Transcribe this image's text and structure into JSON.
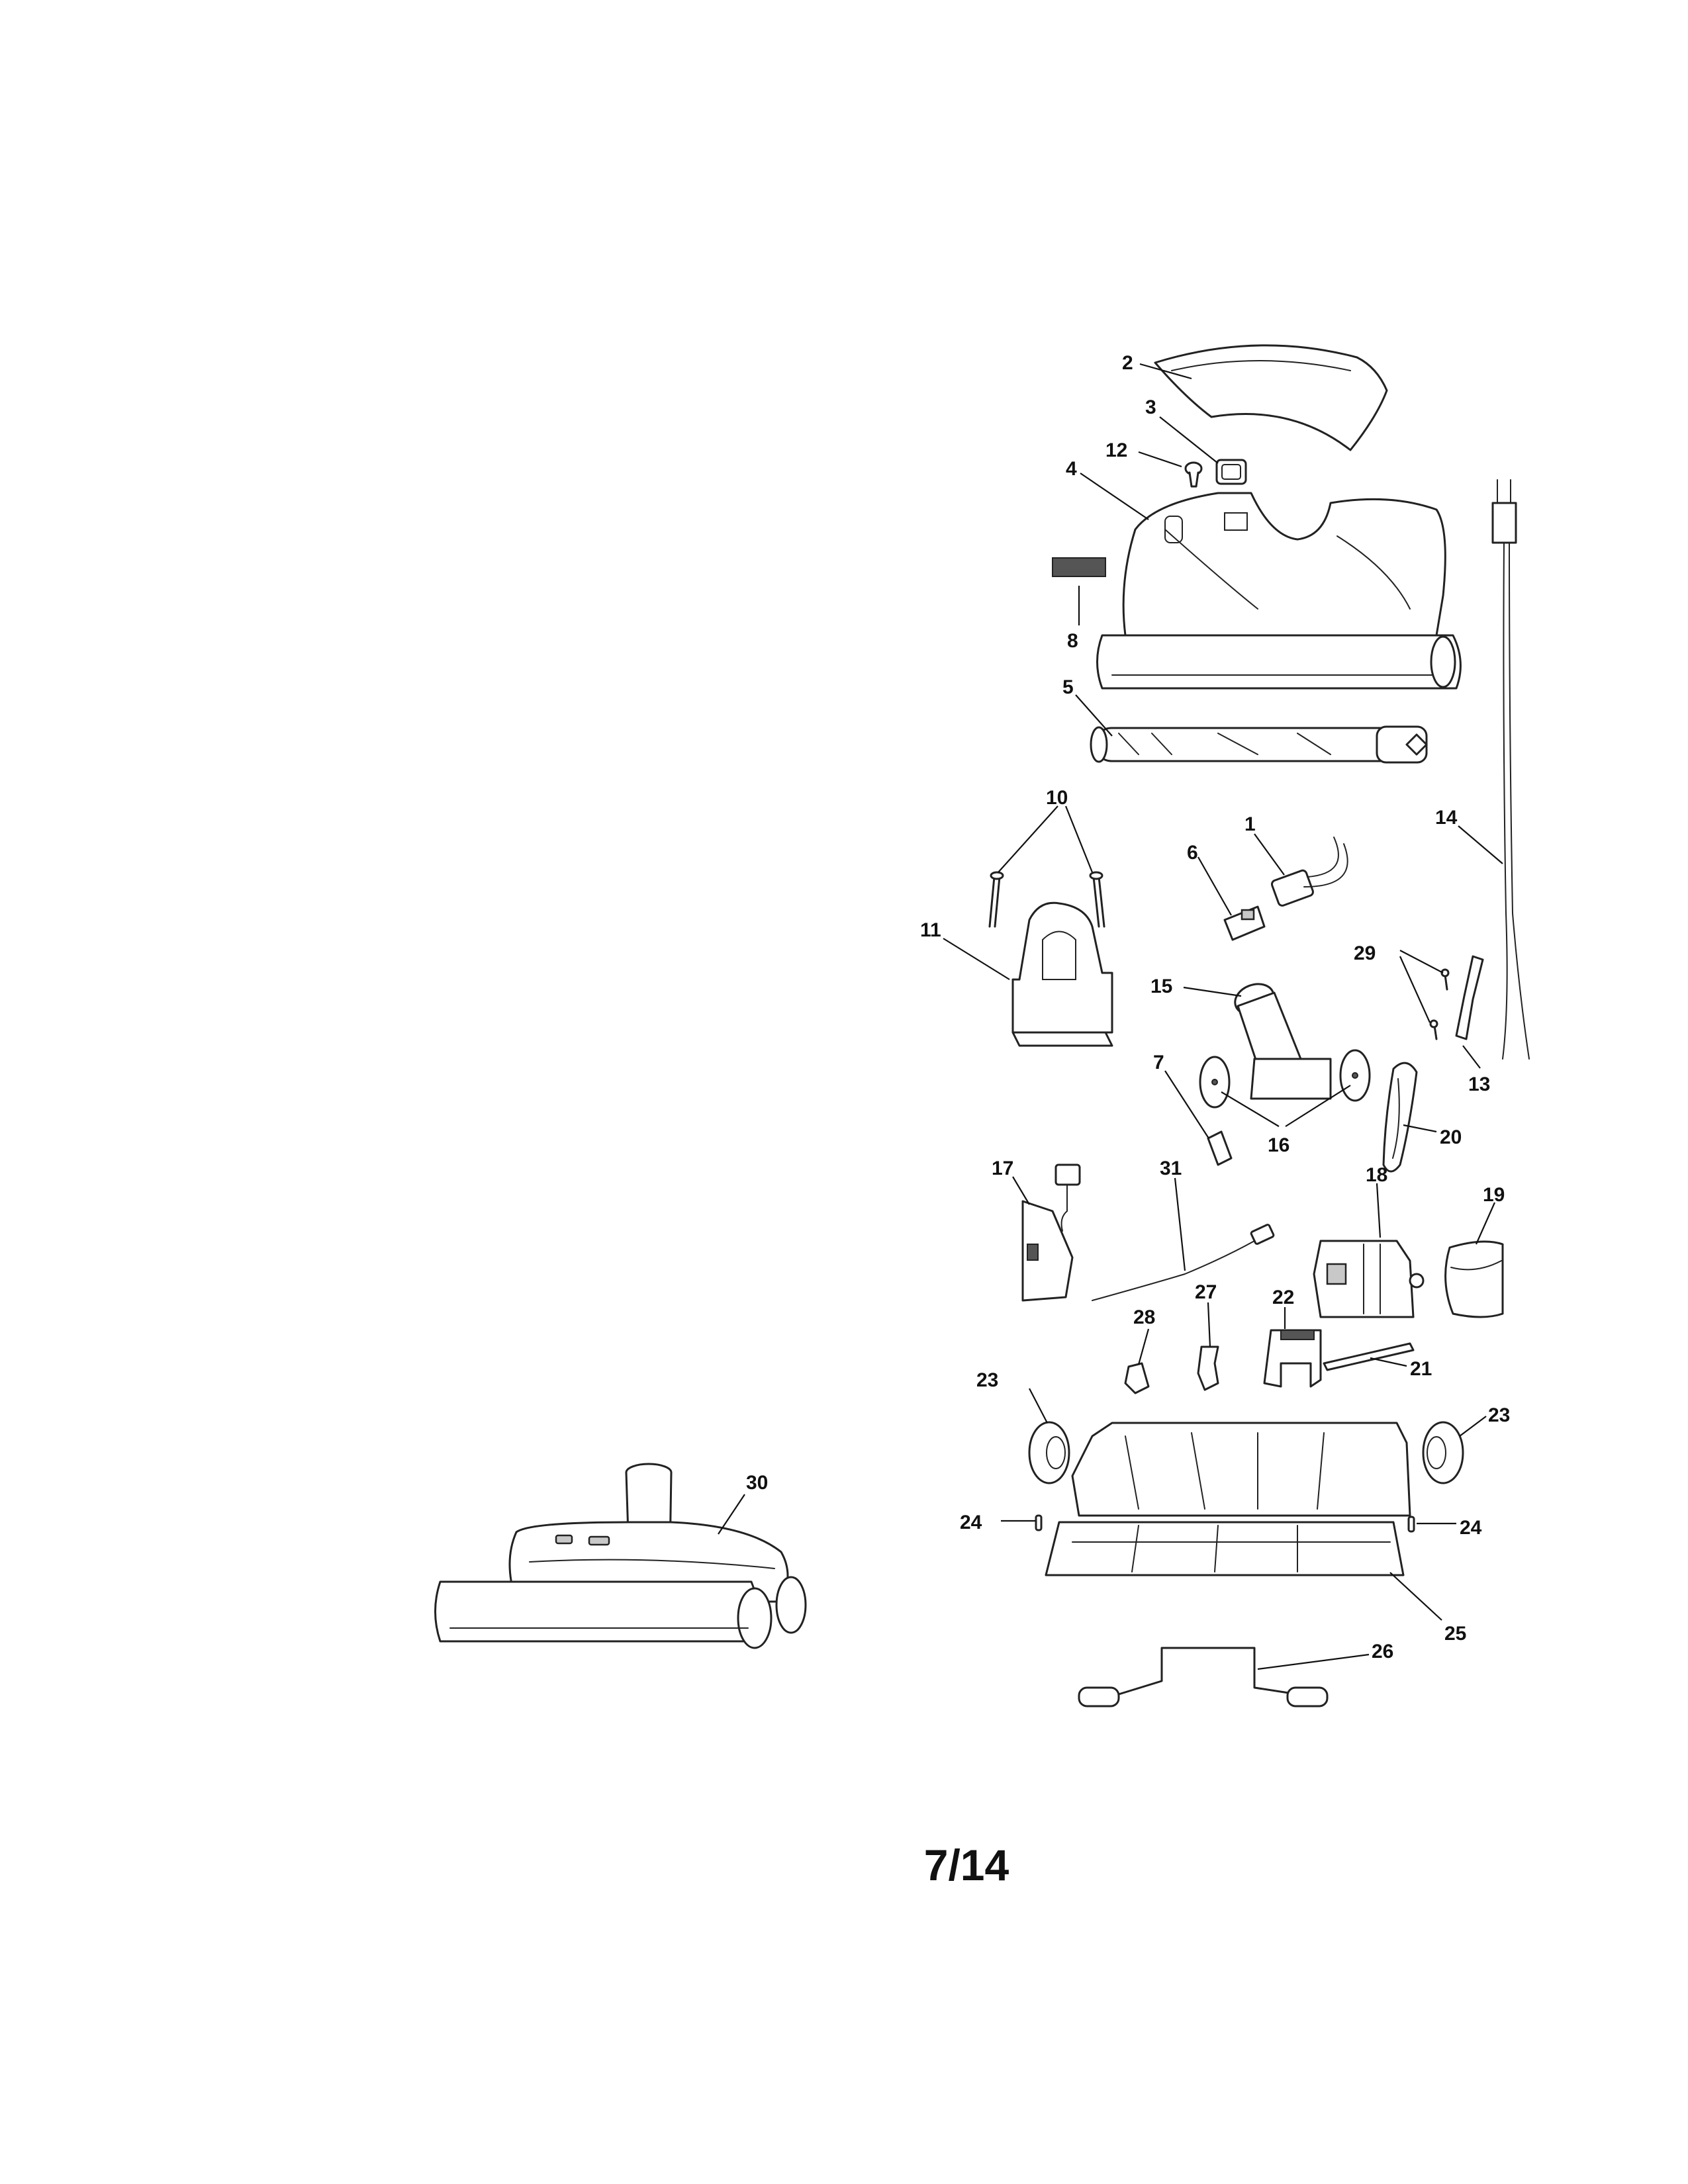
{
  "callouts": [
    {
      "id": "1",
      "text": "1"
    },
    {
      "id": "2",
      "text": "2"
    },
    {
      "id": "3",
      "text": "3"
    },
    {
      "id": "4",
      "text": "4"
    },
    {
      "id": "5",
      "text": "5"
    },
    {
      "id": "6",
      "text": "6"
    },
    {
      "id": "7",
      "text": "7"
    },
    {
      "id": "8",
      "text": "8"
    },
    {
      "id": "10",
      "text": "10"
    },
    {
      "id": "11",
      "text": "11"
    },
    {
      "id": "12",
      "text": "12"
    },
    {
      "id": "13",
      "text": "13"
    },
    {
      "id": "14",
      "text": "14"
    },
    {
      "id": "15",
      "text": "15"
    },
    {
      "id": "16",
      "text": "16"
    },
    {
      "id": "17",
      "text": "17"
    },
    {
      "id": "18",
      "text": "18"
    },
    {
      "id": "19",
      "text": "19"
    },
    {
      "id": "20",
      "text": "20"
    },
    {
      "id": "21",
      "text": "21"
    },
    {
      "id": "22",
      "text": "22"
    },
    {
      "id": "23a",
      "text": "23"
    },
    {
      "id": "23b",
      "text": "23"
    },
    {
      "id": "24a",
      "text": "24"
    },
    {
      "id": "24b",
      "text": "24"
    },
    {
      "id": "25",
      "text": "25"
    },
    {
      "id": "26",
      "text": "26"
    },
    {
      "id": "27",
      "text": "27"
    },
    {
      "id": "28",
      "text": "28"
    },
    {
      "id": "29",
      "text": "29"
    },
    {
      "id": "30",
      "text": "30"
    },
    {
      "id": "31",
      "text": "31"
    }
  ],
  "page_number": "7/14"
}
